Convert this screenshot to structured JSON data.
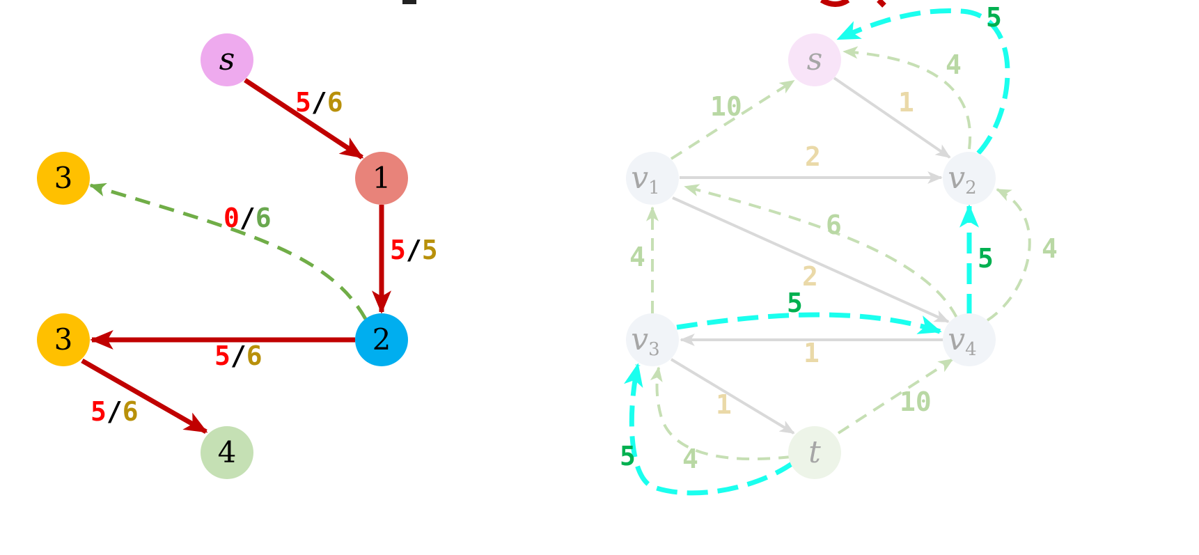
{
  "colors": {
    "flow": "#ff0000",
    "slash": "#000000",
    "cap_gold": "#b8900a",
    "cap_green": "#6aa84f",
    "aug_edge": "#c00000",
    "residual_green": "#70ad47",
    "cyan_path": "#1affee",
    "cyan_label": "#00b050",
    "faded_gold": "#ead9a8",
    "faded_green": "#c6dfb4",
    "faded_green_label": "#b9d8a4",
    "faded_node": "#f1f4f8",
    "faded_text": "#a6a6a6",
    "gray_edge": "#d9d9d9"
  },
  "left_graph": {
    "nodes": [
      {
        "id": "s",
        "label": "s",
        "fill": "#eeaaee",
        "italic": true
      },
      {
        "id": "n1",
        "label": "1",
        "fill": "#e8837a"
      },
      {
        "id": "n2",
        "label": "2",
        "fill": "#00aeef"
      },
      {
        "id": "n3a",
        "label": "3",
        "fill": "#ffc000"
      },
      {
        "id": "n3b",
        "label": "3",
        "fill": "#ffc000"
      },
      {
        "id": "n4",
        "label": "4",
        "fill": "#c5e0b4"
      }
    ],
    "edges": [
      {
        "from": "s",
        "to": "n1",
        "flow": "5",
        "sep": "/",
        "cap": "6"
      },
      {
        "from": "n1",
        "to": "n2",
        "flow": "5",
        "sep": "/",
        "cap": "5"
      },
      {
        "from": "n2",
        "to": "n3a",
        "flow": "0",
        "sep": "/",
        "cap": "6",
        "style": "dashed"
      },
      {
        "from": "n2",
        "to": "n3b",
        "flow": "5",
        "sep": "/",
        "cap": "6"
      },
      {
        "from": "n3b",
        "to": "n4",
        "flow": "5",
        "sep": "/",
        "cap": "6"
      }
    ]
  },
  "right_graph": {
    "nodes": [
      {
        "id": "s",
        "label": "s",
        "sub": ""
      },
      {
        "id": "v1",
        "label": "v",
        "sub": "1"
      },
      {
        "id": "v2",
        "label": "v",
        "sub": "2"
      },
      {
        "id": "v3",
        "label": "v",
        "sub": "3"
      },
      {
        "id": "v4",
        "label": "v",
        "sub": "4"
      },
      {
        "id": "t",
        "label": "t",
        "sub": ""
      }
    ],
    "gray_edges": [
      {
        "from": "s",
        "to": "v2",
        "label": "1"
      },
      {
        "from": "v1",
        "to": "v2",
        "label": "2"
      },
      {
        "from": "v1",
        "to": "v4",
        "label": "2"
      },
      {
        "from": "v4",
        "to": "v3",
        "label": "1"
      },
      {
        "from": "v3",
        "to": "t",
        "label": "1"
      }
    ],
    "green_dashed_edges": [
      {
        "from": "v1",
        "to": "s",
        "label": "10"
      },
      {
        "from": "v2",
        "to": "s",
        "label": "4"
      },
      {
        "from": "v4",
        "to": "v1",
        "label": "6"
      },
      {
        "from": "v3",
        "to": "v1",
        "label": "4"
      },
      {
        "from": "v4",
        "to": "v2",
        "label": "4"
      },
      {
        "from": "t",
        "to": "v4",
        "label": "10"
      },
      {
        "from": "t",
        "to": "v3",
        "label": "4"
      }
    ],
    "cyan_edges": [
      {
        "from": "v2",
        "to": "s",
        "label": "5"
      },
      {
        "from": "v4",
        "to": "v2",
        "label": "5"
      },
      {
        "from": "v3",
        "to": "v4",
        "label": "5"
      },
      {
        "from": "t",
        "to": "v3",
        "label": "5"
      }
    ]
  }
}
